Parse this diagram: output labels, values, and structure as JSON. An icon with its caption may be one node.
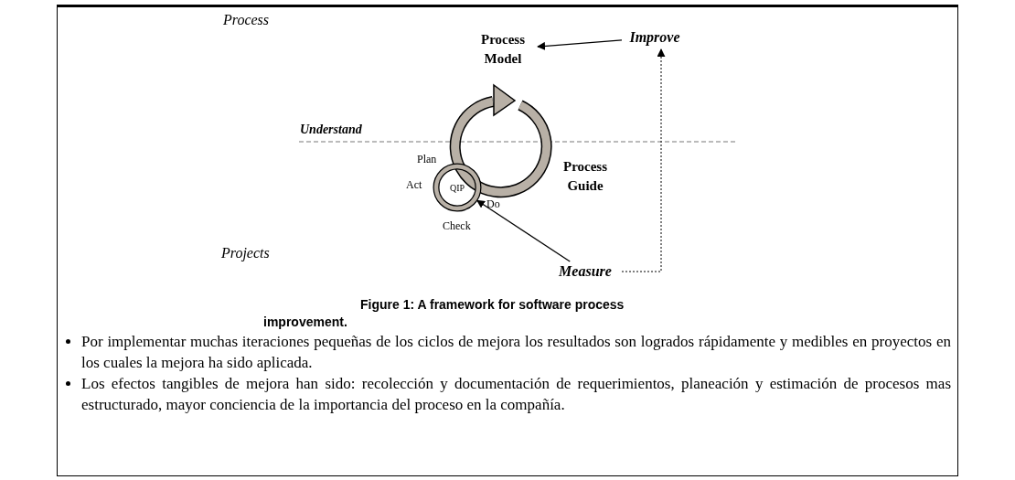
{
  "diagram": {
    "caption": "Figure 1: A framework for software process improvement.",
    "nodes": [
      {
        "text": [
          "Process Model"
        ]
      },
      {
        "text": [
          "Improve"
        ]
      },
      {
        "text": [
          "Measure"
        ]
      },
      {
        "text": [
          "QIP"
        ]
      }
    ],
    "edges": [
      {
        "from": 1,
        "to": 0,
        "arrow": "to"
      },
      {
        "from": 2,
        "to": 3,
        "arrow": "to"
      },
      {
        "from": 2,
        "to": 1,
        "arrow": "to",
        "style": "dashed"
      }
    ],
    "labels": [
      "Process",
      "Understand",
      "Plan",
      "Act",
      "Do",
      "Check",
      "Process Guide",
      "Projects",
      "Por implementar muchas iteraciones pequeñas de los ciclos de mejora los resultados son logrados rápidamente y medibles en proyectos en los cuales la mejora ha sido aplicada.",
      "Los efectos tangibles de mejora han sido: recolección y documentación de requerimientos, planeación y estimación de procesos mas estructurado, mayor conciencia de la importancia del proceso en la compañía."
    ]
  }
}
